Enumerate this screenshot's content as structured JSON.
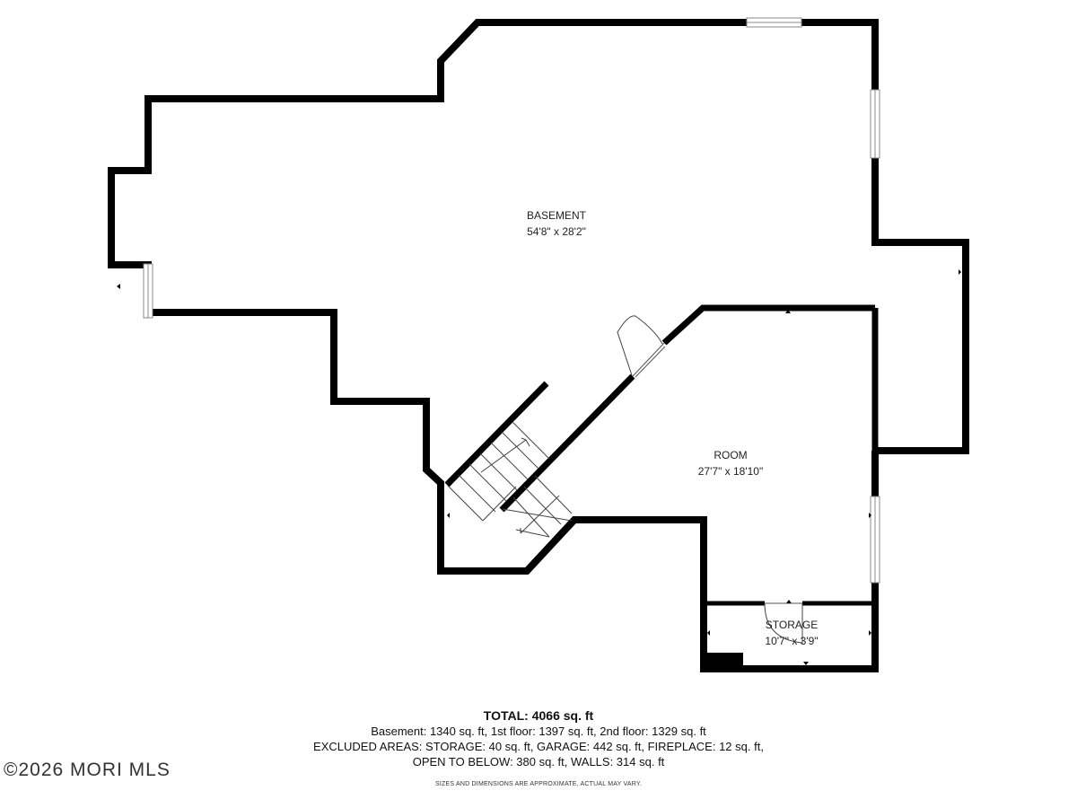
{
  "rooms": [
    {
      "name": "BASEMENT",
      "dims": "54'8\" x 28'2\""
    },
    {
      "name": "ROOM",
      "dims": "27'7\" x 18'10\""
    },
    {
      "name": "STORAGE",
      "dims": "10'7\" x 3'9\""
    }
  ],
  "summary": {
    "total": "TOTAL: 4066 sq. ft",
    "line1": "Basement: 1340 sq. ft, 1st floor: 1397 sq. ft, 2nd floor: 1329 sq. ft",
    "line2": "EXCLUDED AREAS: STORAGE: 40 sq. ft, GARAGE: 442 sq. ft, FIREPLACE: 12 sq. ft,",
    "line3": "OPEN TO BELOW: 380 sq. ft, WALLS: 314 sq. ft"
  },
  "disclaimer": "SIZES AND DIMENSIONS ARE APPROXIMATE, ACTUAL MAY VARY.",
  "watermark": "©2026 MORI MLS",
  "colors": {
    "wall": "#000000",
    "background": "#ffffff",
    "window": "#b0b0b0"
  }
}
